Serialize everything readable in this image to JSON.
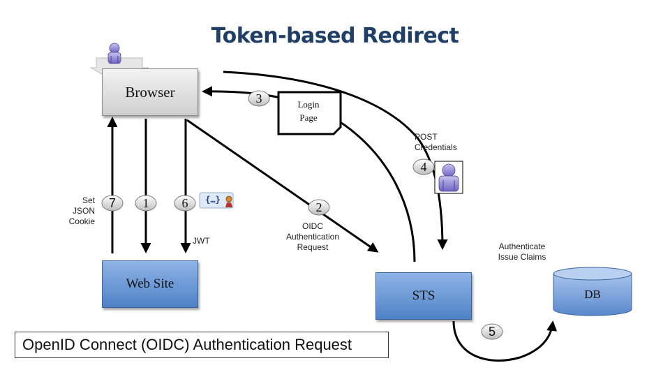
{
  "title": "Token-based Redirect",
  "nodes": {
    "browser": "Browser",
    "website": "Web Site",
    "sts": "STS",
    "db": "DB",
    "login_page": [
      "Login",
      "Page"
    ]
  },
  "steps": [
    "1",
    "2",
    "3",
    "4",
    "5",
    "6",
    "7"
  ],
  "labels": {
    "set_json_cookie": [
      "Set",
      "JSON",
      "Cookie"
    ],
    "jwt": "JWT",
    "oidc_request": [
      "OIDC",
      "Authentication",
      "Request"
    ],
    "post_credentials": [
      "POST",
      "Credentials"
    ],
    "authenticate": [
      "Authenticate",
      "Issue Claims"
    ]
  },
  "json_token": "{…}",
  "caption": "OpenID Connect (OIDC) Authentication Request",
  "colors": {
    "title": "#1f3f66",
    "blue_box": "#4f81c7",
    "gray_box": "#cfcfcf",
    "badge": "#d9d9d9"
  },
  "icons": [
    "user-icon",
    "user-icon",
    "json-token-icon"
  ]
}
